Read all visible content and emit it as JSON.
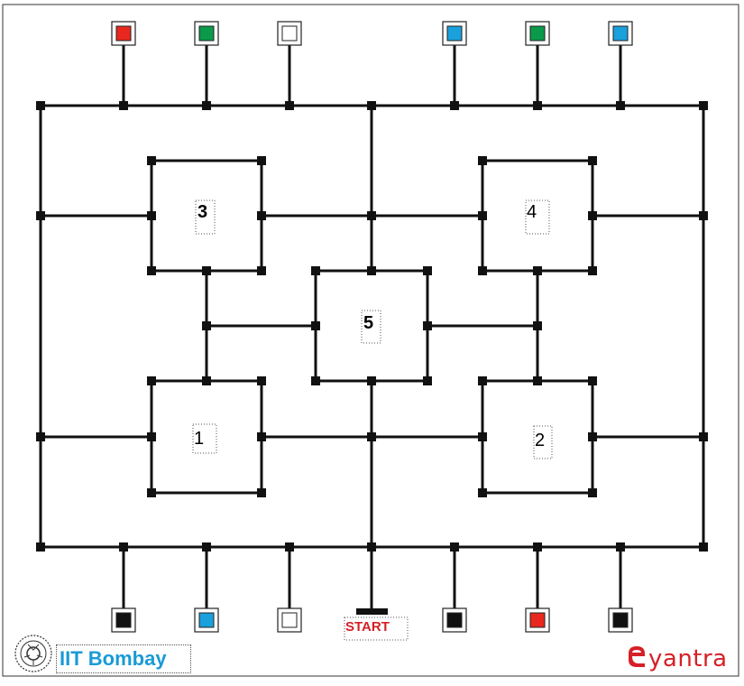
{
  "zone_labels": {
    "zone_1": "1",
    "zone_2": "2",
    "zone_3": "3",
    "zone_4": "4",
    "zone_5": "5"
  },
  "start_label": "START",
  "logos": {
    "left_text": "IIT Bombay",
    "right_text": "eyantra"
  },
  "markers": {
    "top": [
      {
        "color": "#e8281e"
      },
      {
        "color": "#0a9a4a"
      },
      {
        "color": "#ffffff"
      },
      {
        "color": "#1aa0dc"
      },
      {
        "color": "#0a9a4a"
      },
      {
        "color": "#1aa0dc"
      }
    ],
    "bottom": [
      {
        "color": "#111111"
      },
      {
        "color": "#1aa0dc"
      },
      {
        "color": "#ffffff"
      },
      {
        "color": "#111111"
      },
      {
        "color": "#e8281e"
      },
      {
        "color": "#111111"
      }
    ]
  },
  "colors": {
    "track": "#111111",
    "start_text": "#d61f26",
    "iit_blue": "#1a9ad6",
    "eyantra_red": "#d61f26"
  }
}
